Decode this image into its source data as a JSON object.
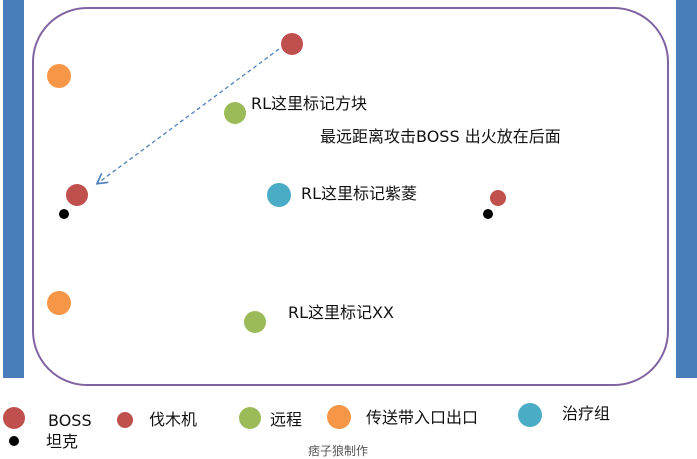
{
  "colors": {
    "wall": "#4a7ebb",
    "arena_border": "#8064a2",
    "boss": "#c0504d",
    "lumber_machine": "#c0504d",
    "ranged": "#9bbb59",
    "teleport": "#f79646",
    "healer": "#4bacc6",
    "tank": "#000000",
    "arrow": "#4f81bd"
  },
  "map": {
    "labels": {
      "square_mark": "RL这里标记方块",
      "boss_note": "最远距离攻击BOSS 出火放在后面",
      "diamond_mark": "RL这里标记紫菱",
      "x_mark": "RL这里标记XX"
    }
  },
  "legend": {
    "boss": "BOSS",
    "lumber_machine": "伐木机",
    "ranged": "远程",
    "teleport": "传送带入口出口",
    "healer": "治疗组",
    "tank": "坦克"
  },
  "credit": "痞子狼制作"
}
